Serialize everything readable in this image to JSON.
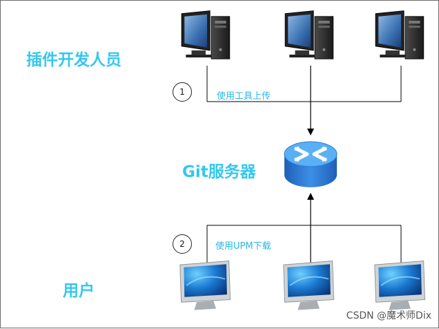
{
  "labels": {
    "developers": "插件开发人员",
    "server": "Git服务器",
    "users": "用户"
  },
  "steps": [
    {
      "number": "1",
      "text": "使用工具上传"
    },
    {
      "number": "2",
      "text": "使用UPM下载"
    }
  ],
  "watermark": "CSDN @魔术师Dix",
  "colors": {
    "accent": "#33c8f0",
    "step_text": "#2ab6e6",
    "line": "#000000",
    "router": "#2e7fd6"
  },
  "icons": {
    "developer_machine": "desktop-tower-computer-icon",
    "server": "router-icon",
    "user_machine": "imac-monitor-icon"
  }
}
